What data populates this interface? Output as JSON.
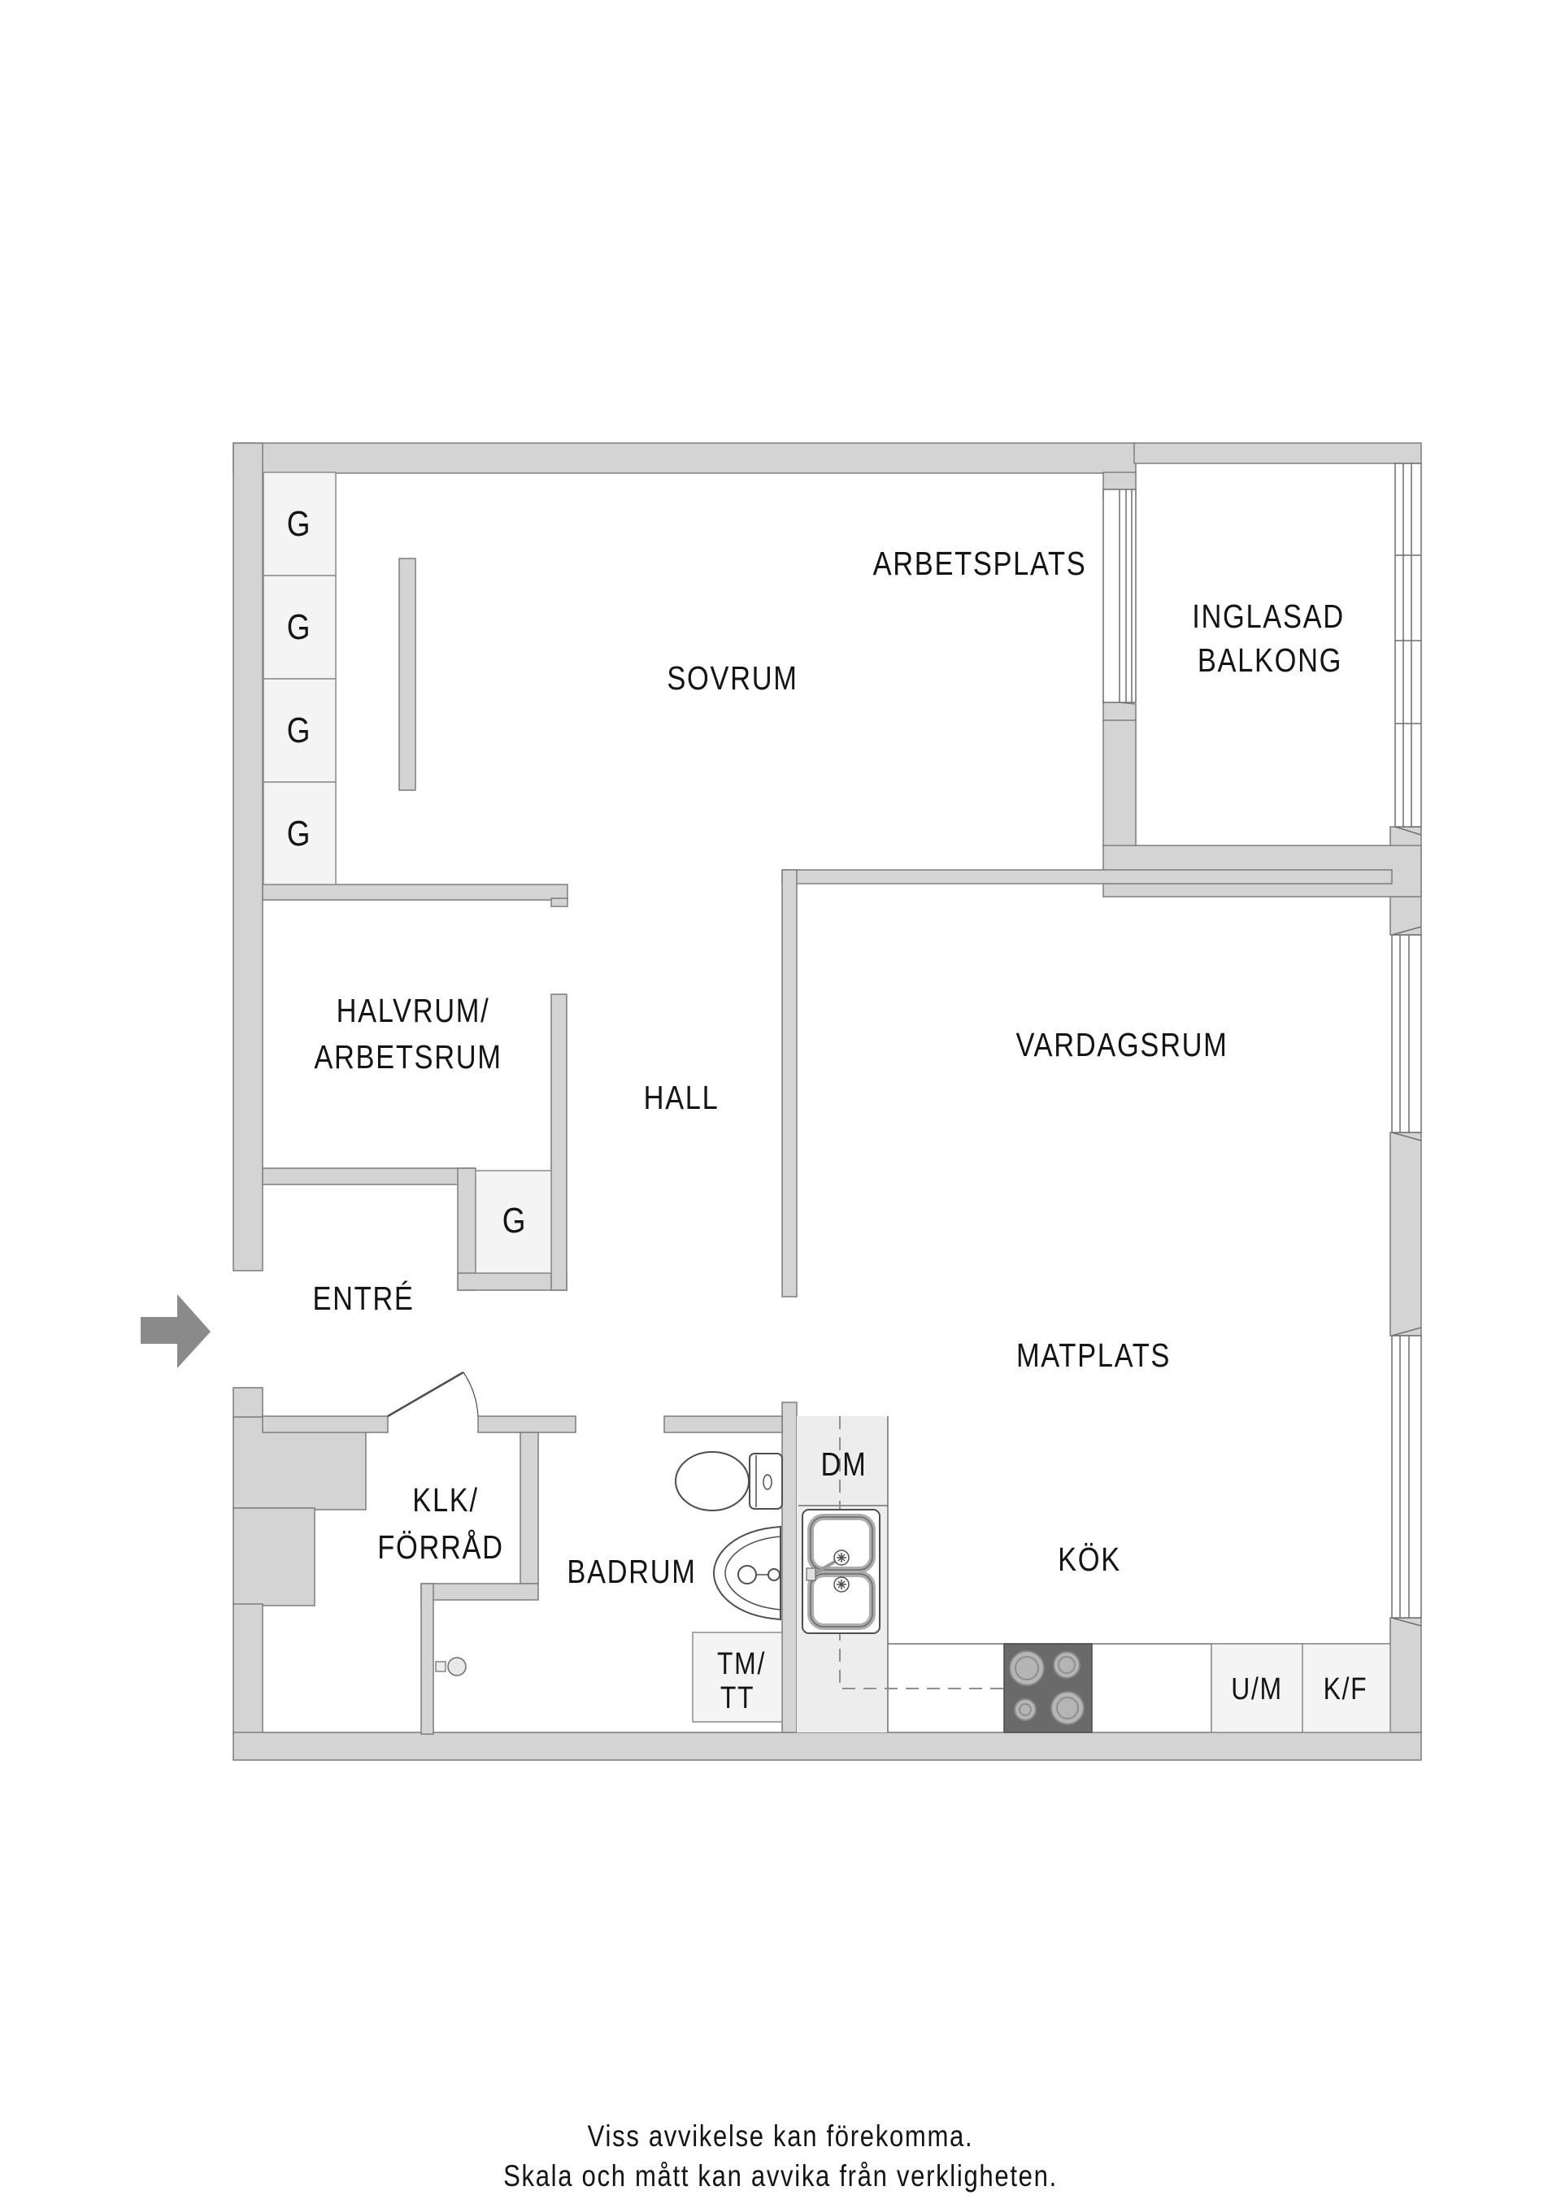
{
  "plan": {
    "labels": {
      "sovrum": "SOVRUM",
      "arbetsplats": "ARBETSPLATS",
      "inglasad_line1": "INGLASAD",
      "inglasad_line2": "BALKONG",
      "halvrum_line1": "HALVRUM/",
      "halvrum_line2": "ARBETSRUM",
      "hall": "HALL",
      "vardagsrum": "VARDAGSRUM",
      "entre": "ENTRÉ",
      "matplats": "MATPLATS",
      "klk_line1": "KLK/",
      "klk_line2": "FÖRRÅD",
      "badrum": "BADRUM",
      "kok": "KÖK",
      "wardrobe": "G",
      "dm": "DM",
      "tm_line1": "TM/",
      "tm_line2": "TT",
      "um": "U/M",
      "kf": "K/F"
    },
    "footer": {
      "line1": "Viss avvikelse kan förekomma.",
      "line2": "Skala och mått kan avvika från verkligheten."
    },
    "colors": {
      "wall_fill": "#d4d4d4",
      "wall_outline": "#7d7d7d",
      "cabinet_fill": "#f4f4f4",
      "counter_fill": "#ededed",
      "stove_fill": "#6a6a6a",
      "burner_fill": "#b5b5b5",
      "arrow": "#8a8a8a",
      "text": "#141414",
      "background": "#ffffff"
    }
  }
}
